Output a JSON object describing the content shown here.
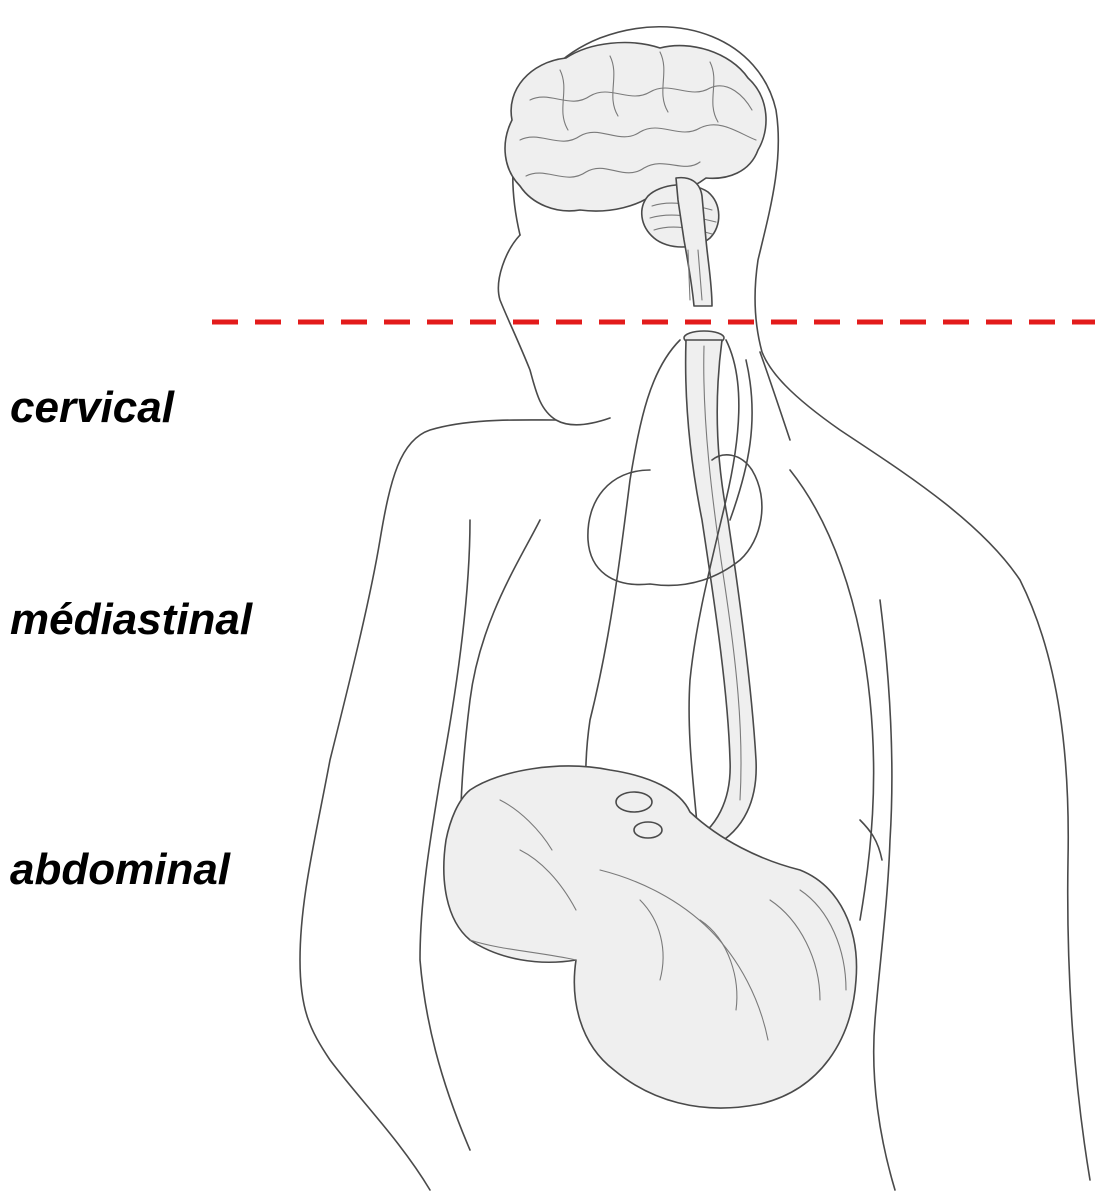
{
  "labels": {
    "cervical": "cervical",
    "mediastinal": "médiastinal",
    "abdominal": "abdominal"
  },
  "colors": {
    "cut_line": "#e31b1b",
    "ink": "#4a4a4a",
    "text": "#000000"
  },
  "illustration": {
    "subject": "anatomical line drawing of human upper body with brain, brainstem, esophagus, vagus nerves and stomach",
    "icon": "anatomy-figure"
  }
}
